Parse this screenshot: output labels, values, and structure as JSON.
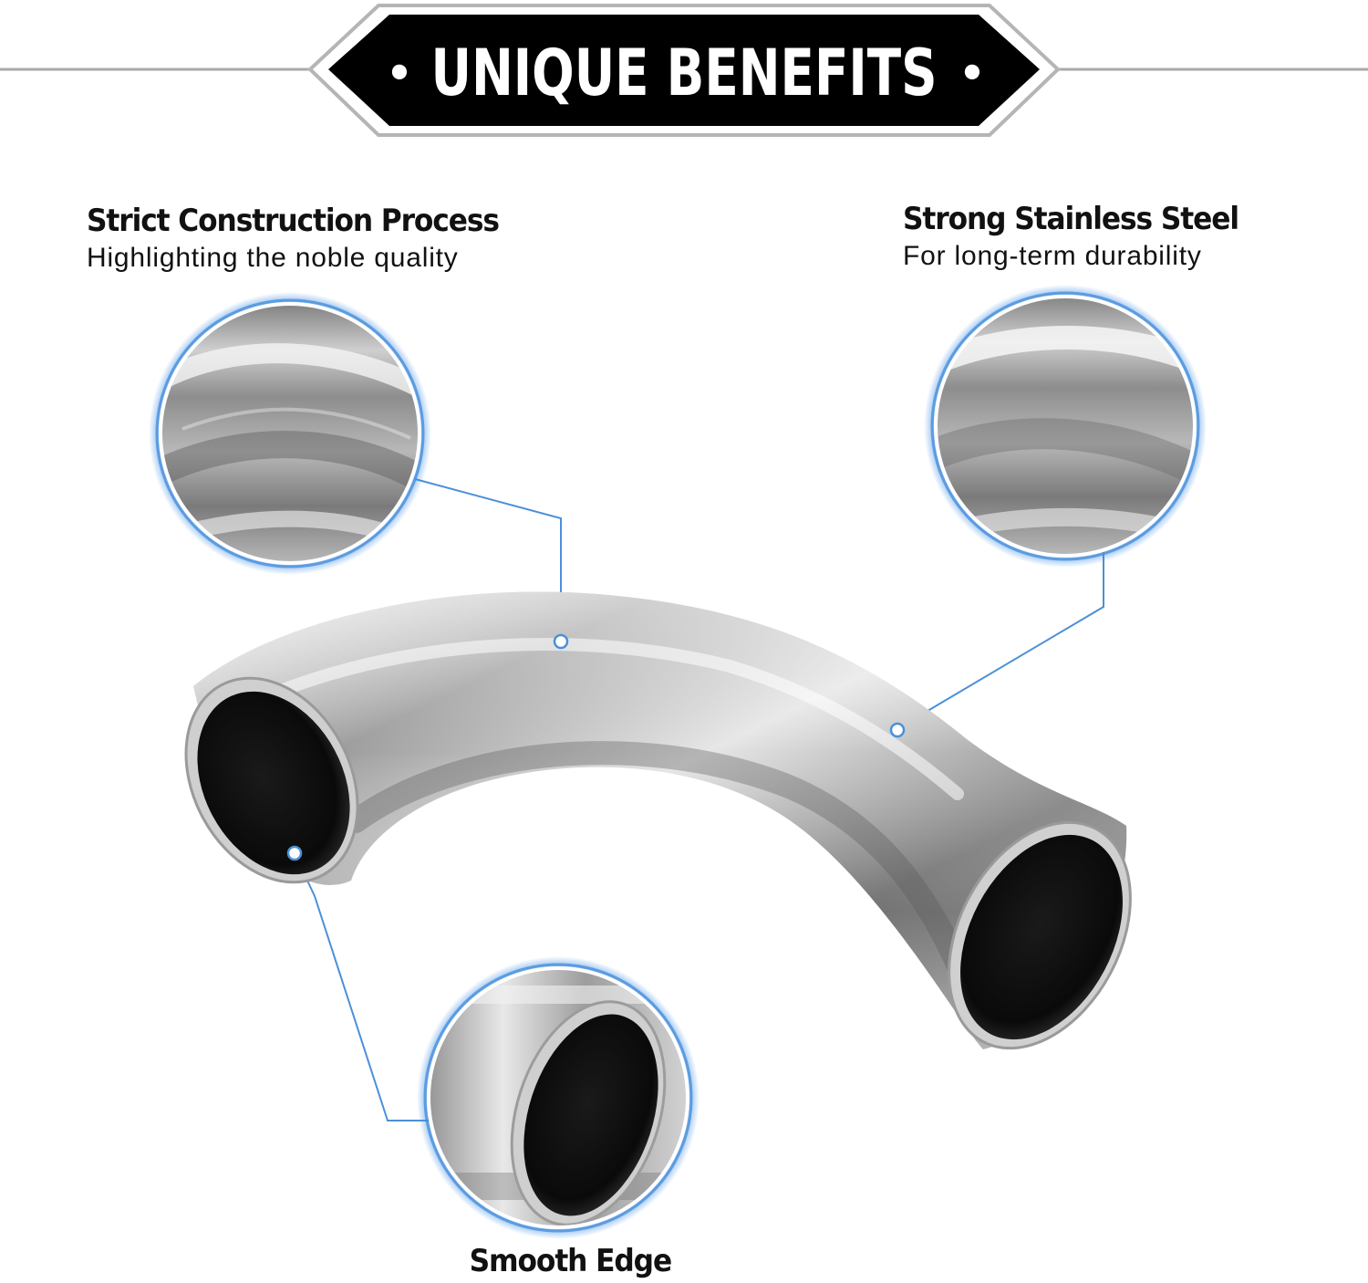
{
  "banner": {
    "title": "UNIQUE BENEFITS",
    "bullet": "•"
  },
  "features": {
    "construction": {
      "title": "Strict Construction Process",
      "subtitle": "Highlighting the noble quality"
    },
    "steel": {
      "title": "Strong Stainless Steel",
      "subtitle": "For long-term durability"
    },
    "edge": {
      "title": "Smooth Edge"
    }
  },
  "colors": {
    "banner_fill": "#000000",
    "banner_outline": "#b5b5b5",
    "rule_line": "#a9a9a9",
    "callout_line": "#4a90d9",
    "lens_glow": "#3d8de8",
    "steel_light": "#d8d8d8",
    "steel_dark": "#6e6e6e",
    "bore_dark": "#0d0d0d"
  }
}
